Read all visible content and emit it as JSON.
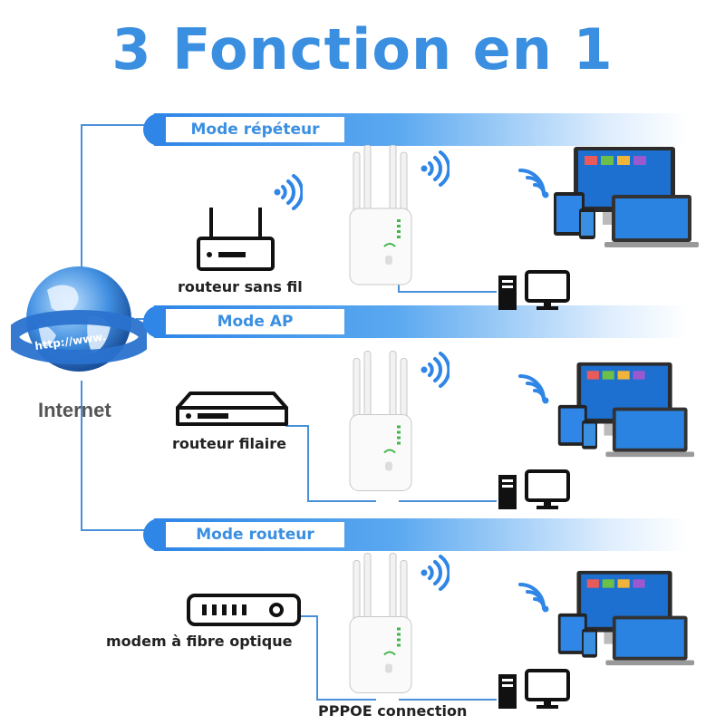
{
  "title": "3 Fonction en 1",
  "globe": {
    "url_text": "http://www.",
    "label": "Internet"
  },
  "modes": [
    {
      "label": "Mode répéteur",
      "device_label": "routeur sans fil"
    },
    {
      "label": "Mode AP",
      "device_label": "routeur filaire"
    },
    {
      "label": "Mode routeur",
      "device_label": "modem à fibre optique",
      "connection_label": "PPPOE connection"
    }
  ],
  "colors": {
    "accent": "#3b8fe0",
    "band": "#2f86e6",
    "wire": "#4a90d9"
  }
}
